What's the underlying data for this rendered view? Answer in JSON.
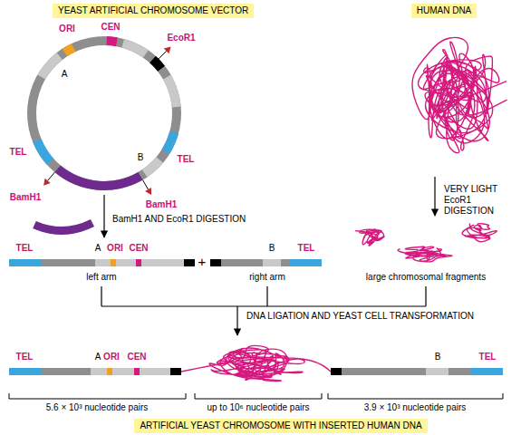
{
  "diagram": {
    "nodes": [
      {
        "text": [
          "YEAST ARTIFICIAL CHROMOSOME VECTOR"
        ]
      },
      {
        "text": [
          "HUMAN DNA"
        ]
      },
      {
        "text": [
          "ARTIFICIAL YEAST CHROMOSOME WITH INSERTED HUMAN DNA"
        ]
      }
    ],
    "labels": [
      "ORI",
      "CEN",
      "EcoR1",
      "A",
      "TEL",
      "BamH1",
      "BamH1",
      "B",
      "TEL",
      "BamH1 AND EcoR1 DIGESTION",
      "VERY LIGHT EcoR1 DIGESTION",
      "TEL",
      "A",
      "ORI",
      "CEN",
      "B",
      "TEL",
      "left arm",
      "+",
      "right arm",
      "large chromosomal fragments",
      "DNA LIGATION AND YEAST CELL TRANSFORMATION",
      "TEL",
      "A",
      "ORI",
      "CEN",
      "B",
      "TEL",
      "5.6 × 10³ nucleotide pairs",
      "up to 10⁶ nucleotide pairs",
      "3.9 × 10³ nucleotide pairs"
    ]
  }
}
